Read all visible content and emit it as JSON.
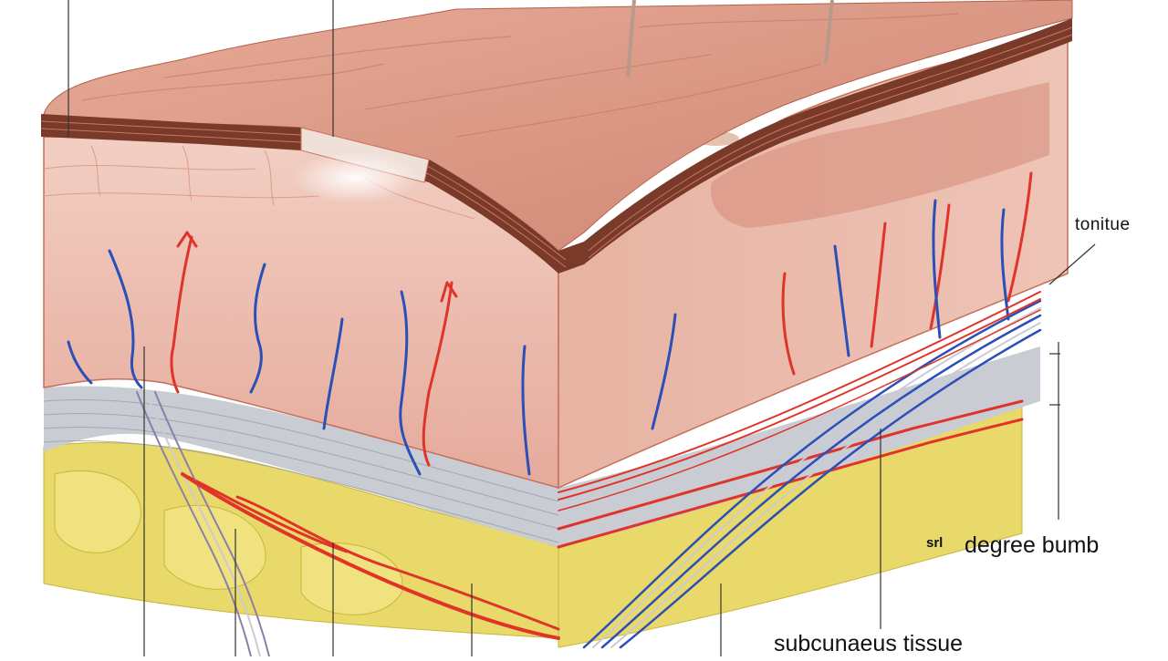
{
  "labels": {
    "right_layer": "tonitue",
    "degree_marker": "srl",
    "degree": "degree bumb",
    "bottom": "subcunaeus tissue"
  },
  "colors": {
    "skin_surface": "#d9957e",
    "epidermis_band": "#7a3a2a",
    "dermis": "#eab8a8",
    "subcutaneous_fat": "#e9d96a",
    "fascia": "#c9ccd2",
    "artery": "#e0332a",
    "vein": "#2a4fb8",
    "leader_line": "#333333"
  }
}
